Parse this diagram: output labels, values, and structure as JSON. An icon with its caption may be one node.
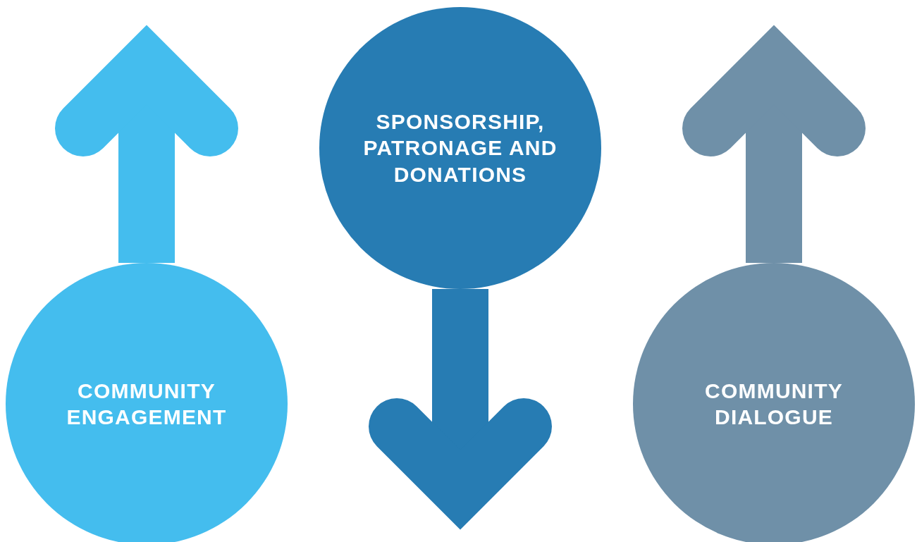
{
  "diagram": {
    "nodes": [
      {
        "text": [
          "COMMUNITY ENGAGEMENT"
        ]
      },
      {
        "text": [
          "SPONSORSHIP, PATRONAGE AND DONATIONS"
        ]
      },
      {
        "text": [
          "COMMUNITY DIALOGUE"
        ]
      }
    ]
  }
}
